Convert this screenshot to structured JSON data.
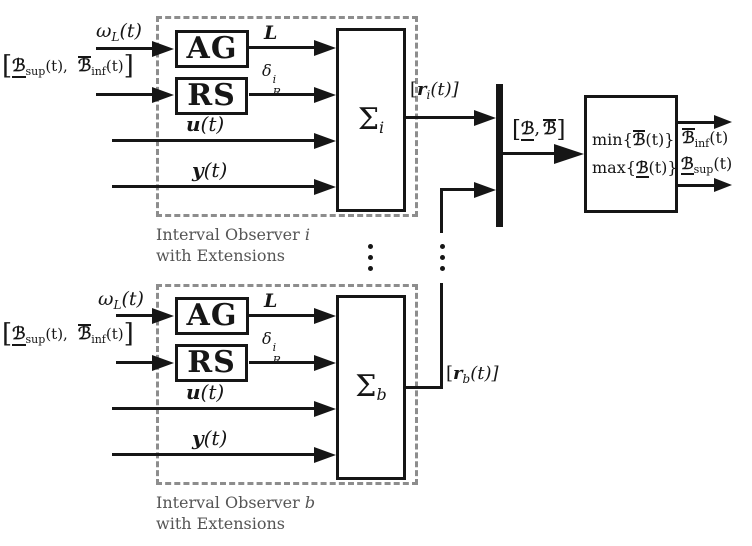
{
  "colors": {
    "line": "#161616",
    "dashed_border": "#8d8d8d",
    "caption": "#555555"
  },
  "observers": [
    {
      "ag_label": "AG",
      "rs_label": "RS",
      "sigma": {
        "base": "Σ",
        "sub": "i"
      },
      "inputs": {
        "omega": {
          "base": "ω",
          "sub": "L",
          "rest": "(t)"
        },
        "interval": {
          "open": "[",
          "b1": "ℬ",
          "b1_sub": "sup",
          "mid": "(t),",
          "b2": "ℬ",
          "b2_sub": "inf",
          "end": "(t)",
          "close": "]"
        },
        "u": {
          "base": "u",
          "rest": "(t)"
        },
        "y": {
          "base": "y",
          "rest": "(t)"
        }
      },
      "signals": {
        "gain": "L",
        "delta": {
          "base": "δ",
          "sup": "i",
          "sub": "R"
        }
      },
      "output": {
        "open": "[",
        "r": "r",
        "sub": "i",
        "rest": "(t)]"
      },
      "caption": {
        "line1_pre": "Interval Observer",
        "line1_var": "i",
        "line2": "with Extensions"
      }
    },
    {
      "ag_label": "AG",
      "rs_label": "RS",
      "sigma": {
        "base": "Σ",
        "sub": "b"
      },
      "inputs": {
        "omega": {
          "base": "ω",
          "sub": "L",
          "rest": "(t)"
        },
        "interval": {
          "open": "[",
          "b1": "ℬ",
          "b1_sub": "sup",
          "mid": "(t),",
          "b2": "ℬ",
          "b2_sub": "inf",
          "end": "(t)",
          "close": "]"
        },
        "u": {
          "base": "u",
          "rest": "(t)"
        },
        "y": {
          "base": "y",
          "rest": "(t)"
        }
      },
      "signals": {
        "gain": "L",
        "delta": {
          "base": "δ",
          "sup": "i",
          "sub": "R"
        }
      },
      "output": {
        "open": "[",
        "r": "r",
        "sub": "b",
        "rest": "(t)]"
      },
      "caption": {
        "line1_pre": "Interval Observer",
        "line1_var": "b",
        "line2": "with Extensions"
      }
    }
  ],
  "merge": {
    "label": {
      "open": "[",
      "b1": "ℬ",
      "comma": ",",
      "b2": "ℬ",
      "close": "]"
    }
  },
  "minmax": {
    "line1": {
      "fn": "min{",
      "b": "ℬ",
      "rest": "(t)}"
    },
    "line2": {
      "fn": "max{",
      "b": "ℬ",
      "rest": "(t)}"
    },
    "out_top": {
      "b": "ℬ",
      "sub": "inf",
      "rest": "(t)"
    },
    "out_bottom": {
      "b": "ℬ",
      "sub": "sup",
      "rest": "(t)"
    }
  }
}
